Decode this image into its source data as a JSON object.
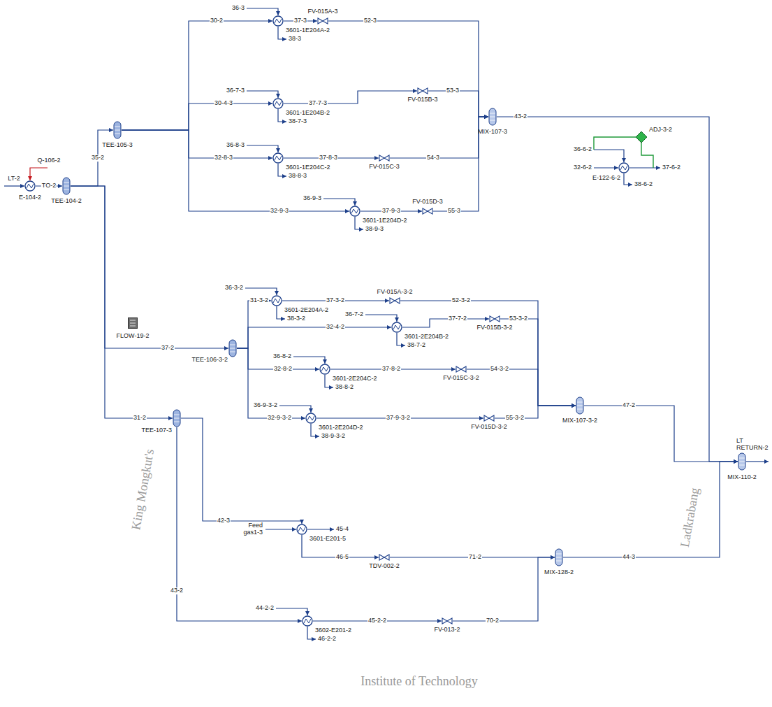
{
  "diagram": {
    "nodes": [
      {
        "text": [
          "E-104-2"
        ]
      },
      {
        "text": [
          "TEE-104-2"
        ]
      },
      {
        "text": [
          "TEE-105-3"
        ]
      },
      {
        "text": [
          "3601-1E204A-2"
        ]
      },
      {
        "text": [
          "FV-015A-3"
        ]
      },
      {
        "text": [
          "3601-1E204B-2"
        ]
      },
      {
        "text": [
          "FV-015B-3"
        ]
      },
      {
        "text": [
          "3601-1E204C-2"
        ]
      },
      {
        "text": [
          "FV-015C-3"
        ]
      },
      {
        "text": [
          "3601-1E204D-2"
        ]
      },
      {
        "text": [
          "FV-015D-3"
        ]
      },
      {
        "text": [
          "MIX-107-3"
        ]
      },
      {
        "text": [
          "ADJ-3-2"
        ]
      },
      {
        "text": [
          "E-122-6-2"
        ]
      },
      {
        "text": [
          "FLOW-19-2"
        ]
      },
      {
        "text": [
          "TEE-106-3-2"
        ]
      },
      {
        "text": [
          "3601-2E204A-2"
        ]
      },
      {
        "text": [
          "FV-015A-3-2"
        ]
      },
      {
        "text": [
          "3601-2E204B-2"
        ]
      },
      {
        "text": [
          "FV-015B-3-2"
        ]
      },
      {
        "text": [
          "3601-2E204C-2"
        ]
      },
      {
        "text": [
          "FV-015C-3-2"
        ]
      },
      {
        "text": [
          "3601-2E204D-2"
        ]
      },
      {
        "text": [
          "FV-015D-3-2"
        ]
      },
      {
        "text": [
          "MIX-107-3-2"
        ]
      },
      {
        "text": [
          "TEE-107-3"
        ]
      },
      {
        "text": [
          "3601-E201-5"
        ]
      },
      {
        "text": [
          "TDV-002-2"
        ]
      },
      {
        "text": [
          "3602-E201-2"
        ]
      },
      {
        "text": [
          "FV-013-2"
        ]
      },
      {
        "text": [
          "MIX-128-2"
        ]
      },
      {
        "text": [
          "MIX-110-2"
        ]
      }
    ],
    "edges": [
      {
        "from": 0,
        "to": 1,
        "label": "TO-2",
        "arrow": "to"
      },
      {
        "from": 1,
        "to": 2,
        "label": "35-2",
        "arrow": "to"
      },
      {
        "from": 1,
        "to": 15,
        "label": "37-2",
        "arrow": "to"
      },
      {
        "from": 1,
        "to": 25,
        "label": "31-2",
        "arrow": "to"
      },
      {
        "from": 2,
        "to": 3,
        "label": "30-2",
        "arrow": "to"
      },
      {
        "from": 2,
        "to": 5,
        "label": "30-4-3",
        "arrow": "to"
      },
      {
        "from": 2,
        "to": 7,
        "label": "32-8-3",
        "arrow": "to"
      },
      {
        "from": 2,
        "to": 9,
        "label": "32-9-3",
        "arrow": "to"
      },
      {
        "from": 3,
        "to": 4,
        "label": "37-3",
        "arrow": "to"
      },
      {
        "from": 4,
        "to": 11,
        "label": "52-3",
        "arrow": "to"
      },
      {
        "from": 5,
        "to": 6,
        "label": "37-7-3",
        "arrow": "to"
      },
      {
        "from": 6,
        "to": 11,
        "label": "53-3",
        "arrow": "to"
      },
      {
        "from": 7,
        "to": 8,
        "label": "37-8-3",
        "arrow": "to"
      },
      {
        "from": 8,
        "to": 11,
        "label": "54-3",
        "arrow": "to"
      },
      {
        "from": 9,
        "to": 10,
        "label": "37-9-3",
        "arrow": "to"
      },
      {
        "from": 10,
        "to": 11,
        "label": "55-3",
        "arrow": "to"
      },
      {
        "from": 11,
        "to": 31,
        "label": "43-2",
        "arrow": "to"
      },
      {
        "from": 15,
        "to": 16,
        "label": "31-3-2",
        "arrow": "to"
      },
      {
        "from": 15,
        "to": 18,
        "label": "32-4-2",
        "arrow": "to"
      },
      {
        "from": 15,
        "to": 20,
        "label": "32-8-2",
        "arrow": "to"
      },
      {
        "from": 15,
        "to": 22,
        "label": "32-9-3-2",
        "arrow": "to"
      },
      {
        "from": 16,
        "to": 17,
        "label": "37-3-2",
        "arrow": "to"
      },
      {
        "from": 17,
        "to": 24,
        "label": "52-3-2",
        "arrow": "to"
      },
      {
        "from": 18,
        "to": 19,
        "label": "37-7-2",
        "arrow": "to"
      },
      {
        "from": 19,
        "to": 24,
        "label": "53-3-2",
        "arrow": "to"
      },
      {
        "from": 20,
        "to": 21,
        "label": "37-8-2",
        "arrow": "to"
      },
      {
        "from": 21,
        "to": 24,
        "label": "54-3-2",
        "arrow": "to"
      },
      {
        "from": 22,
        "to": 23,
        "label": "37-9-3-2",
        "arrow": "to"
      },
      {
        "from": 23,
        "to": 24,
        "label": "55-3-2",
        "arrow": "to"
      },
      {
        "from": 24,
        "to": 31,
        "label": "47-2",
        "arrow": "to"
      },
      {
        "from": 25,
        "to": 26,
        "label": "42-3",
        "arrow": "to"
      },
      {
        "from": 25,
        "to": 28,
        "label": "43-2",
        "arrow": "to"
      },
      {
        "from": 26,
        "to": 27,
        "label": "46-5",
        "arrow": "to"
      },
      {
        "from": 27,
        "to": 30,
        "label": "71-2",
        "arrow": "to"
      },
      {
        "from": 28,
        "to": 29,
        "label": "45-2-2",
        "arrow": "to"
      },
      {
        "from": 29,
        "to": 30,
        "label": "70-2",
        "arrow": "to"
      },
      {
        "from": 30,
        "to": 31,
        "label": "44-3",
        "arrow": "to"
      }
    ],
    "labels": [
      "LT-2",
      "Q-106-2",
      "36-3",
      "38-3",
      "36-7-3",
      "38-7-3",
      "36-8-3",
      "38-8-3",
      "36-9-3",
      "38-9-3",
      "36-6-2",
      "32-6-2",
      "37-6-2",
      "38-6-2",
      "36-3-2",
      "38-3-2",
      "36-7-2",
      "38-7-2",
      "36-8-2",
      "38-8-2",
      "36-9-3-2",
      "38-9-3-2",
      "Feed gas1-3",
      "45-4",
      "44-2-2",
      "46-2-2",
      "LT RETURN-2",
      "King Mongkut's",
      "Institute of Technology",
      "Ladkrabang"
    ]
  }
}
